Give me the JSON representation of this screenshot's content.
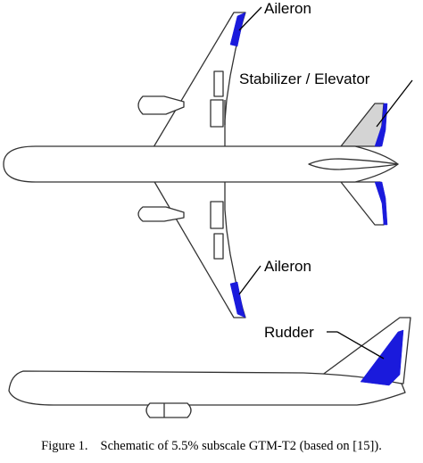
{
  "labels": {
    "aileron_top": "Aileron",
    "stabilizer_elevator": "Stabilizer / Elevator",
    "aileron_bottom": "Aileron",
    "rudder": "Rudder"
  },
  "caption": {
    "number": "Figure 1.",
    "text": "Schematic of 5.5% subscale GTM-T2 (based on [15])."
  },
  "colors": {
    "control_surface": "#1a1adc",
    "stabilizer_fill": "#d4d4d4",
    "outline": "#333333"
  }
}
